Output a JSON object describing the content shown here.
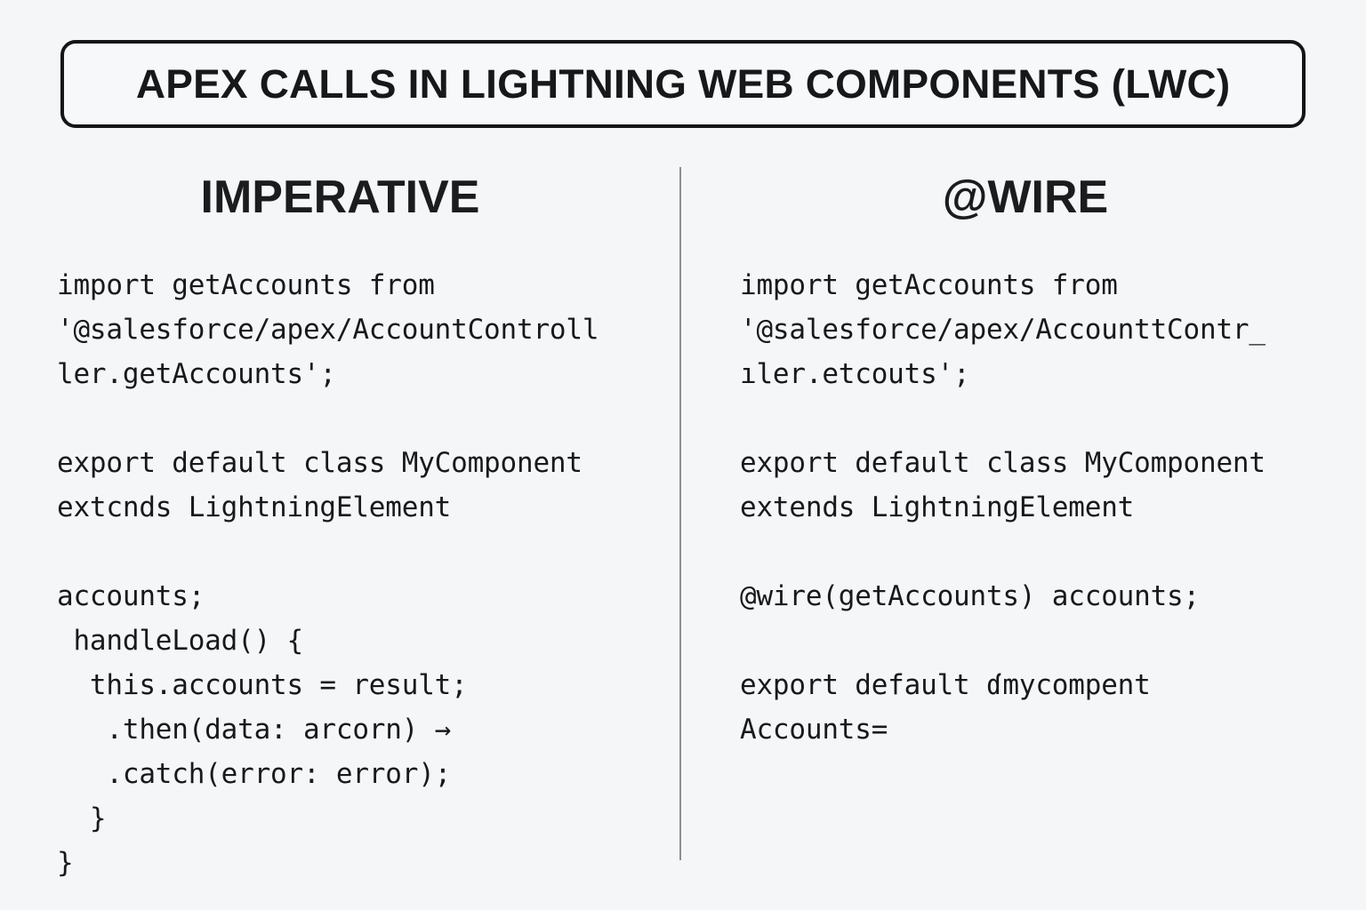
{
  "page": {
    "background_color": "#f5f6f7",
    "text_color": "#17181a"
  },
  "title": {
    "text": "APEX CALLS IN LIGHTNING WEB COMPONENTS (LWC)",
    "border_color": "#141517"
  },
  "columns": {
    "left": {
      "heading": "IMPERATIVE",
      "code_lines": [
        "import getAccounts from",
        "'@salesforce/apex/AccountControll",
        "ler.getAccounts';",
        "",
        "export default class MyComponent",
        "extcnds LightningElement",
        "",
        "accounts;",
        " handleLoad() {",
        "  this.accounts = result;",
        "   .then(data: arcorn) →",
        "   .catch(error: error);",
        "  }",
        "}"
      ]
    },
    "right": {
      "heading": "@WIRE",
      "code_lines": [
        "import getAccounts from",
        "'@salesforce/apex/AccounttContr_",
        "ıler.etcouts';",
        "",
        "export default class MyComponent",
        "extends LightningElement",
        "",
        "@wire(getAccounts) accounts;",
        "",
        "export default ɗmycompent",
        "Accounts="
      ]
    }
  },
  "divider": {
    "color": "#8b8e93"
  }
}
